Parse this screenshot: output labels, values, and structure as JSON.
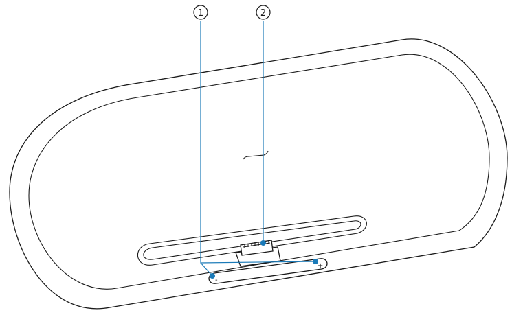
{
  "callouts": [
    {
      "number": "1",
      "target": "volume-button-bar"
    },
    {
      "number": "2",
      "target": "dock-connector"
    }
  ],
  "volume_bar": {
    "minus_label": "-",
    "plus_label": "+"
  },
  "colors": {
    "outline": "#1a1a1a",
    "leader": "#1a7ab8",
    "background": "#ffffff"
  }
}
